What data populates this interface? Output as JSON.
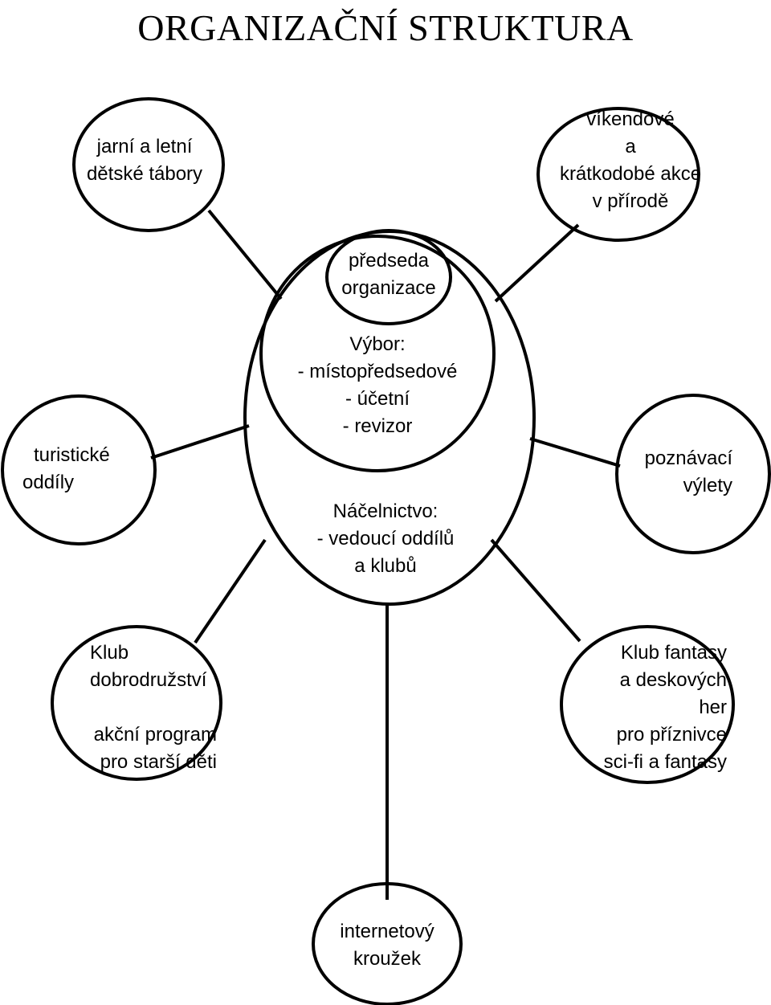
{
  "title": "ORGANIZAČNÍ STRUKTURA",
  "nodes": {
    "predseda": "předseda\norganizace",
    "vybor": "Výbor:\n- místopředsedové\n- účetní\n- revizor",
    "nacelnictvo": "Náčelnictvo:\n- vedoucí oddílů\na klubů",
    "tabory": "jarní a letní\ndětské tábory",
    "vikendove": "víkendové\na\nkrátkodobé akce\nv přírodě",
    "turisticke": "turistické\noddíly",
    "poznavaci": "poznávací\nvýlety",
    "klub_dobr_title": "Klub\ndobrodružství",
    "klub_dobr_desc": "akční program\npro starší děti",
    "klub_fantasy": "Klub fantasy\na deskových\nher\npro příznivce\nsci-fi a fantasy",
    "internet": "internetový\nkroužek"
  }
}
